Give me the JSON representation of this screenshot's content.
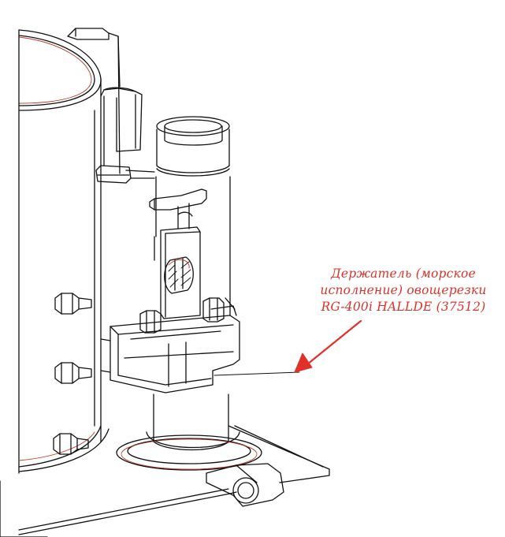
{
  "callout": {
    "lines": [
      "Держатель (морское",
      "исполнение) овощерезки",
      "RG-400i HALLDE (37512)"
    ]
  },
  "colors": {
    "callout_text": "#d9342b",
    "arrow": "#e0302a",
    "line_art": "#111111",
    "accent_line": "#c0392b",
    "background": "#ffffff"
  }
}
